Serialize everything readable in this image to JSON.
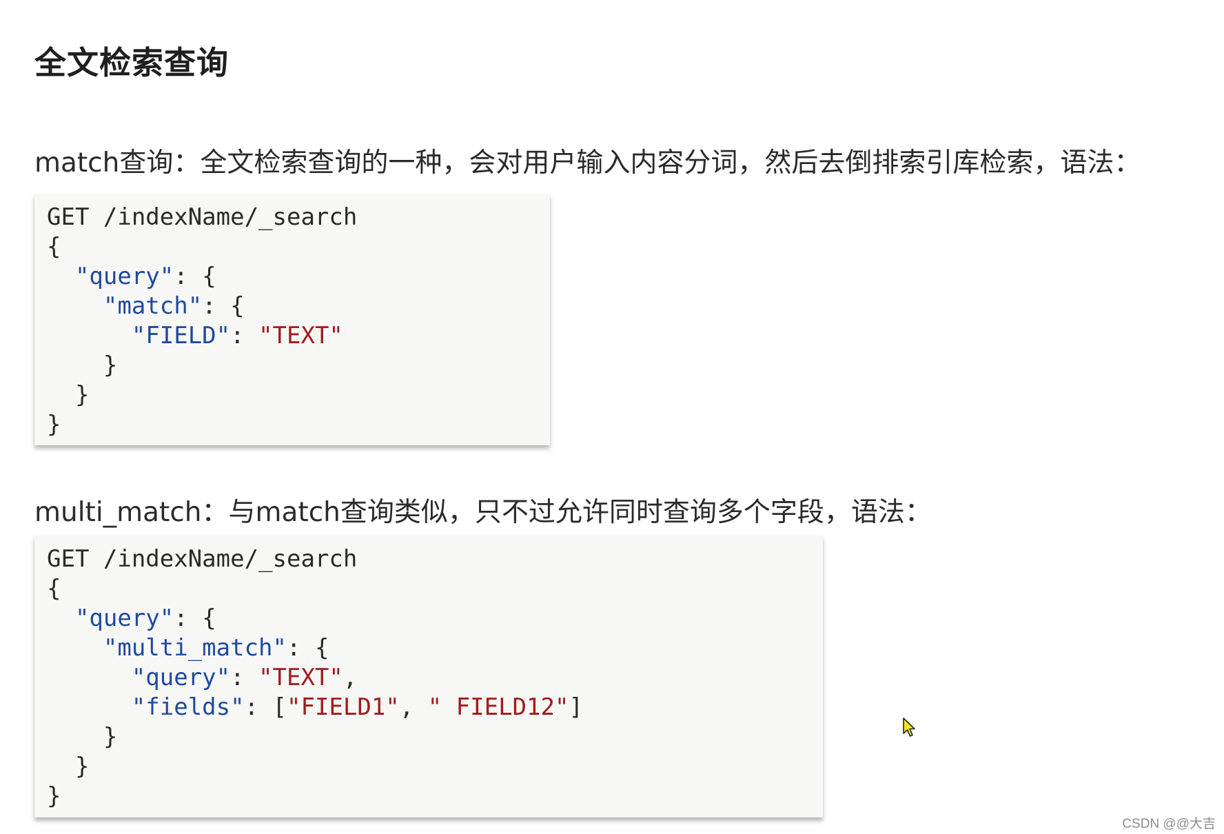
{
  "title": "全文检索查询",
  "sections": [
    {
      "description": "match查询：全文检索查询的一种，会对用户输入内容分词，然后去倒排索引库检索，语法：",
      "code": {
        "l1": "GET /indexName/_search",
        "l2": "{",
        "l3_key": "\"query\"",
        "l3_rest": ": {",
        "l4_key": "\"match\"",
        "l4_rest": ": {",
        "l5_key": "\"FIELD\"",
        "l5_sep": ": ",
        "l5_val": "\"TEXT\"",
        "l6": "}",
        "l7": "}",
        "l8": "}"
      }
    },
    {
      "description": "multi_match：与match查询类似，只不过允许同时查询多个字段，语法：",
      "code": {
        "l1": "GET /indexName/_search",
        "l2": "{",
        "l3_key": "\"query\"",
        "l3_rest": ": {",
        "l4_key": "\"multi_match\"",
        "l4_rest": ": {",
        "l5_key": "\"query\"",
        "l5_sep": ": ",
        "l5_val": "\"TEXT\"",
        "l5_end": ",",
        "l6_key": "\"fields\"",
        "l6_sep": ": [",
        "l6_val1": "\"FIELD1\"",
        "l6_comma": ", ",
        "l6_val2": "\" FIELD12\"",
        "l6_end": "]",
        "l7": "}",
        "l8": "}",
        "l9": "}"
      }
    }
  ],
  "watermark": "CSDN @@大吉",
  "icons": {
    "cursor": "mouse-pointer-icon"
  },
  "colors": {
    "key": "#1f4a9e",
    "string": "#a31a1a",
    "code_bg": "#f7f7f5"
  }
}
